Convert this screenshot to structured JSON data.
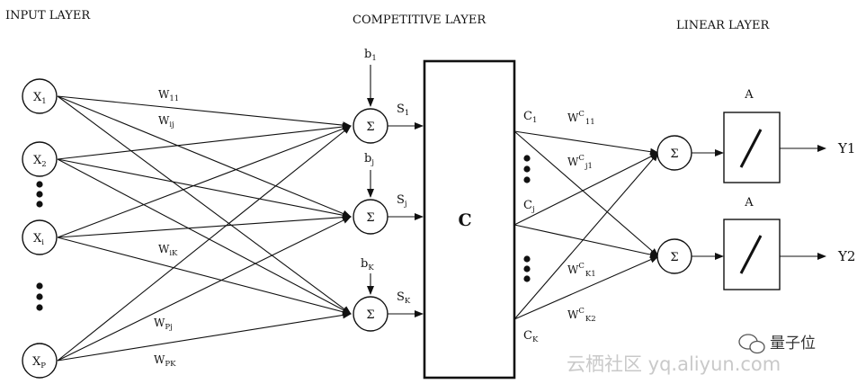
{
  "headers": {
    "input": "INPUT LAYER",
    "competitive": "COMPETITIVE LAYER",
    "linear": "LINEAR LAYER"
  },
  "inputs": [
    {
      "main": "X",
      "sub": "1"
    },
    {
      "main": "X",
      "sub": "2"
    },
    {
      "main": "X",
      "sub": "i"
    },
    {
      "main": "X",
      "sub": "P"
    }
  ],
  "competitive_sums": [
    {
      "symbol": "Σ",
      "bias": {
        "main": "b",
        "sub": "1"
      },
      "out": {
        "main": "S",
        "sub": "1"
      }
    },
    {
      "symbol": "Σ",
      "bias": {
        "main": "b",
        "sub": "j"
      },
      "out": {
        "main": "S",
        "sub": "j"
      }
    },
    {
      "symbol": "Σ",
      "bias": {
        "main": "b",
        "sub": "K"
      },
      "out": {
        "main": "S",
        "sub": "K"
      }
    }
  ],
  "input_weights": [
    {
      "main": "W",
      "sub": "11"
    },
    {
      "main": "W",
      "sub": "ij"
    },
    {
      "main": "W",
      "sub": "iK"
    },
    {
      "main": "W",
      "sub": "Pj"
    },
    {
      "main": "W",
      "sub": "PK"
    }
  ],
  "competitive_block": "C",
  "competitive_outputs": [
    {
      "main": "C",
      "sub": "1"
    },
    {
      "main": "C",
      "sub": "j"
    },
    {
      "main": "C",
      "sub": "K"
    }
  ],
  "output_weights": [
    {
      "main": "W",
      "sup": "C",
      "sub": "11"
    },
    {
      "main": "W",
      "sup": "C",
      "sub": "j1"
    },
    {
      "main": "W",
      "sup": "C",
      "sub": "K1"
    },
    {
      "main": "W",
      "sup": "C",
      "sub": "K2"
    }
  ],
  "linear_sums": [
    {
      "symbol": "Σ"
    },
    {
      "symbol": "Σ"
    }
  ],
  "activation_label": "A",
  "outputs": [
    "Y1",
    "Y2"
  ],
  "watermark": {
    "brand": "量子位",
    "site": "云栖社区 yq.aliyun.com"
  }
}
